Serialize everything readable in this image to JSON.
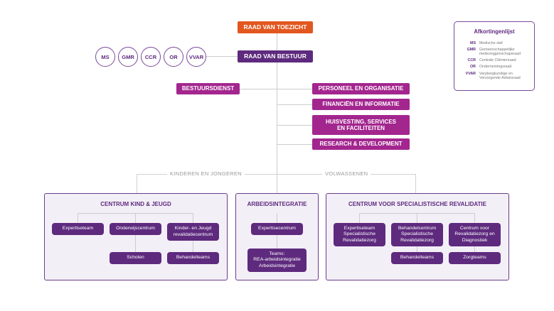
{
  "top": {
    "raad_van_toezicht": "RAAD VAN TOEZICHT",
    "raad_van_bestuur": "RAAD VAN BESTUUR"
  },
  "councils": [
    "MS",
    "GMR",
    "CCR",
    "OR",
    "VVAR"
  ],
  "staff": {
    "bestuursdienst": "BESTUURSDIENST",
    "right": [
      "PERSONEEL EN ORGANISATIE",
      "FINANCIËN EN INFORMATIE",
      "HUISVESTING, SERVICES",
      "EN FACILITEITEN",
      "RESEARCH & DEVELOPMENT"
    ]
  },
  "groups": {
    "kinderen": "KINDEREN EN JONGEREN",
    "volwassenen": "VOLWASSENEN"
  },
  "sections": {
    "kind": {
      "title": "CENTRUM KIND & JEUGD",
      "expertiseteam": "Expertiseteam",
      "onderwijscentrum": "Onderwijscentrum",
      "kinder_line1": "Kinder- en Jeugd",
      "kinder_line2": "revalidatiecentrum",
      "scholen": "Scholen",
      "behandelteams": "Behandelteams"
    },
    "arbeid": {
      "title": "ARBEIDSINTEGRATIE",
      "expertisecentrum": "Expertisecentrum",
      "teams_line1": "Teams:",
      "teams_line2": "REA-arbeidsintegratie",
      "teams_line3": "Arbeidsintegratie"
    },
    "revalidatie": {
      "title": "CENTRUM VOOR SPECIALISTISCHE REVALIDATIE",
      "exp_line1": "Expertiseteam",
      "exp_line2": "Specialistische",
      "exp_line3": "Revalidatiezorg",
      "beh_line1": "Behandelcentrum",
      "beh_line2": "Specialistische",
      "beh_line3": "Revalidatiezorg",
      "cen_line1": "Centrum voor",
      "cen_line2": "Revalidatiezorg en",
      "cen_line3": "Diagnostiek",
      "behandelteams": "Behandelteams",
      "zorgteams": "Zorgteams"
    }
  },
  "legend": {
    "title": "Afkortingenlijst",
    "items": [
      {
        "abbr": "MS",
        "desc": "Medische staf"
      },
      {
        "abbr": "GMR",
        "desc": "Gemeenschappelijke",
        "desc2": "medezeggenschapsraad"
      },
      {
        "abbr": "CCR",
        "desc": "Centrale Cliëntenraad"
      },
      {
        "abbr": "OR",
        "desc": "Ondernemingsraad"
      },
      {
        "abbr": "VVAR",
        "desc": "Verpleegkundige en",
        "desc2": "Verzorgende Adviesraad"
      }
    ]
  },
  "colors": {
    "orange": "#e2571f",
    "purple": "#5e2a7e",
    "magenta": "#a3268f",
    "section_bg": "#f3eff7"
  }
}
